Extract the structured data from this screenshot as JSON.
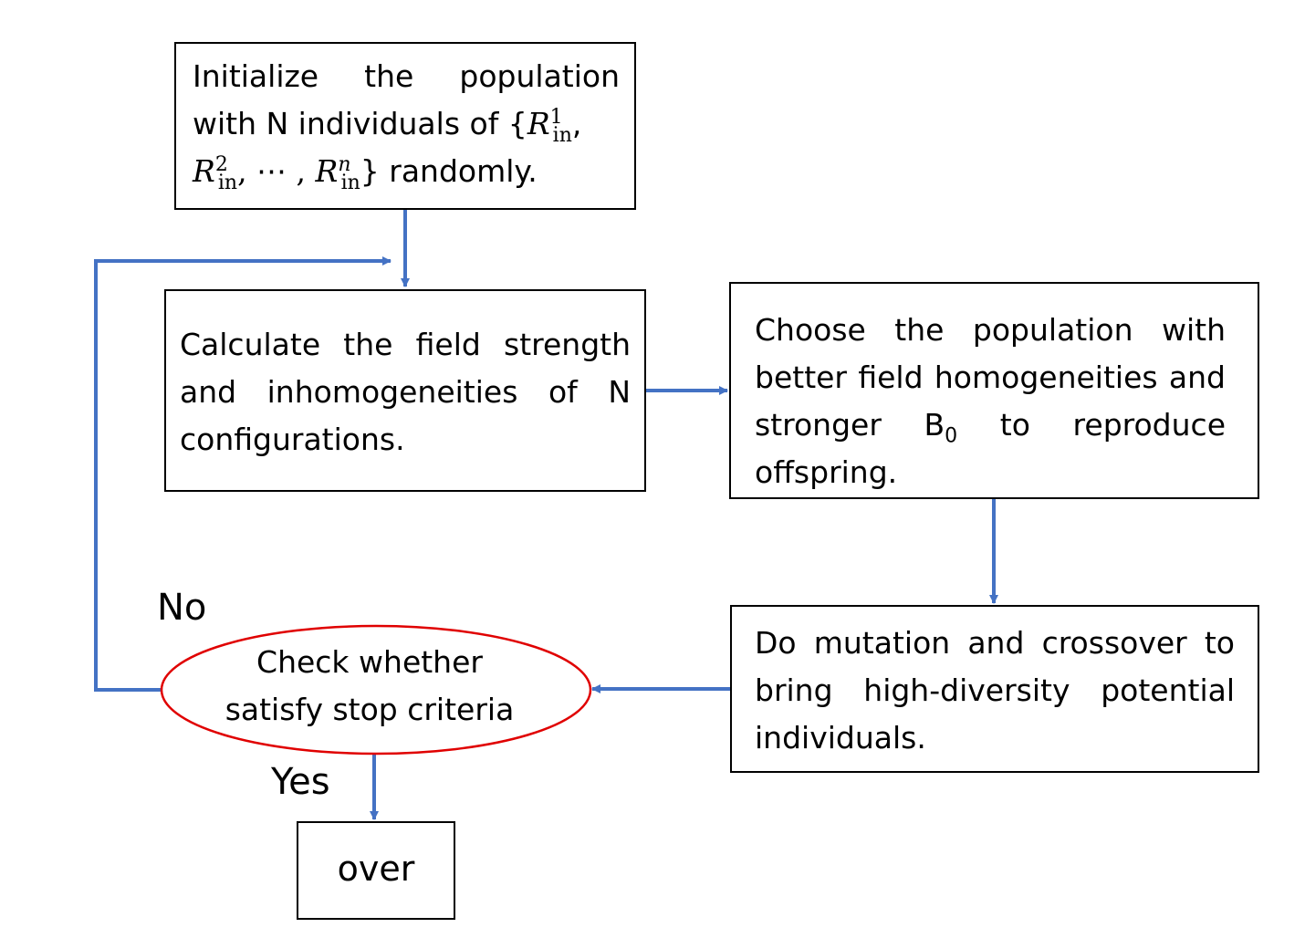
{
  "nodes": {
    "init": {
      "line1": "Initialize  the  population",
      "line2_prefix": "with N individuals of {",
      "r": "R",
      "sub_in": "in",
      "sup1": "1",
      "sup2": "2",
      "supn": "n",
      "comma": ",",
      "ellipsis_sep": ", ⋯ , ",
      "line3_suffix": "} randomly."
    },
    "calculate": {
      "text": "Calculate the field strength and inhomogeneities of N configurations."
    },
    "choose": {
      "text_before": "Choose the population with better field homogeneities and stronger B",
      "sub": "0",
      "text_after": " to reproduce offspring."
    },
    "mutation": {
      "text": "Do mutation and crossover to bring high-diversity potential individuals."
    },
    "check": {
      "line1": "Check whether",
      "line2": "satisfy stop criteria"
    },
    "over": {
      "text": "over"
    }
  },
  "labels": {
    "no": "No",
    "yes": "Yes"
  },
  "colors": {
    "arrow": "#4472C4",
    "ellipse_border": "#E00000",
    "box_border": "#000000"
  }
}
